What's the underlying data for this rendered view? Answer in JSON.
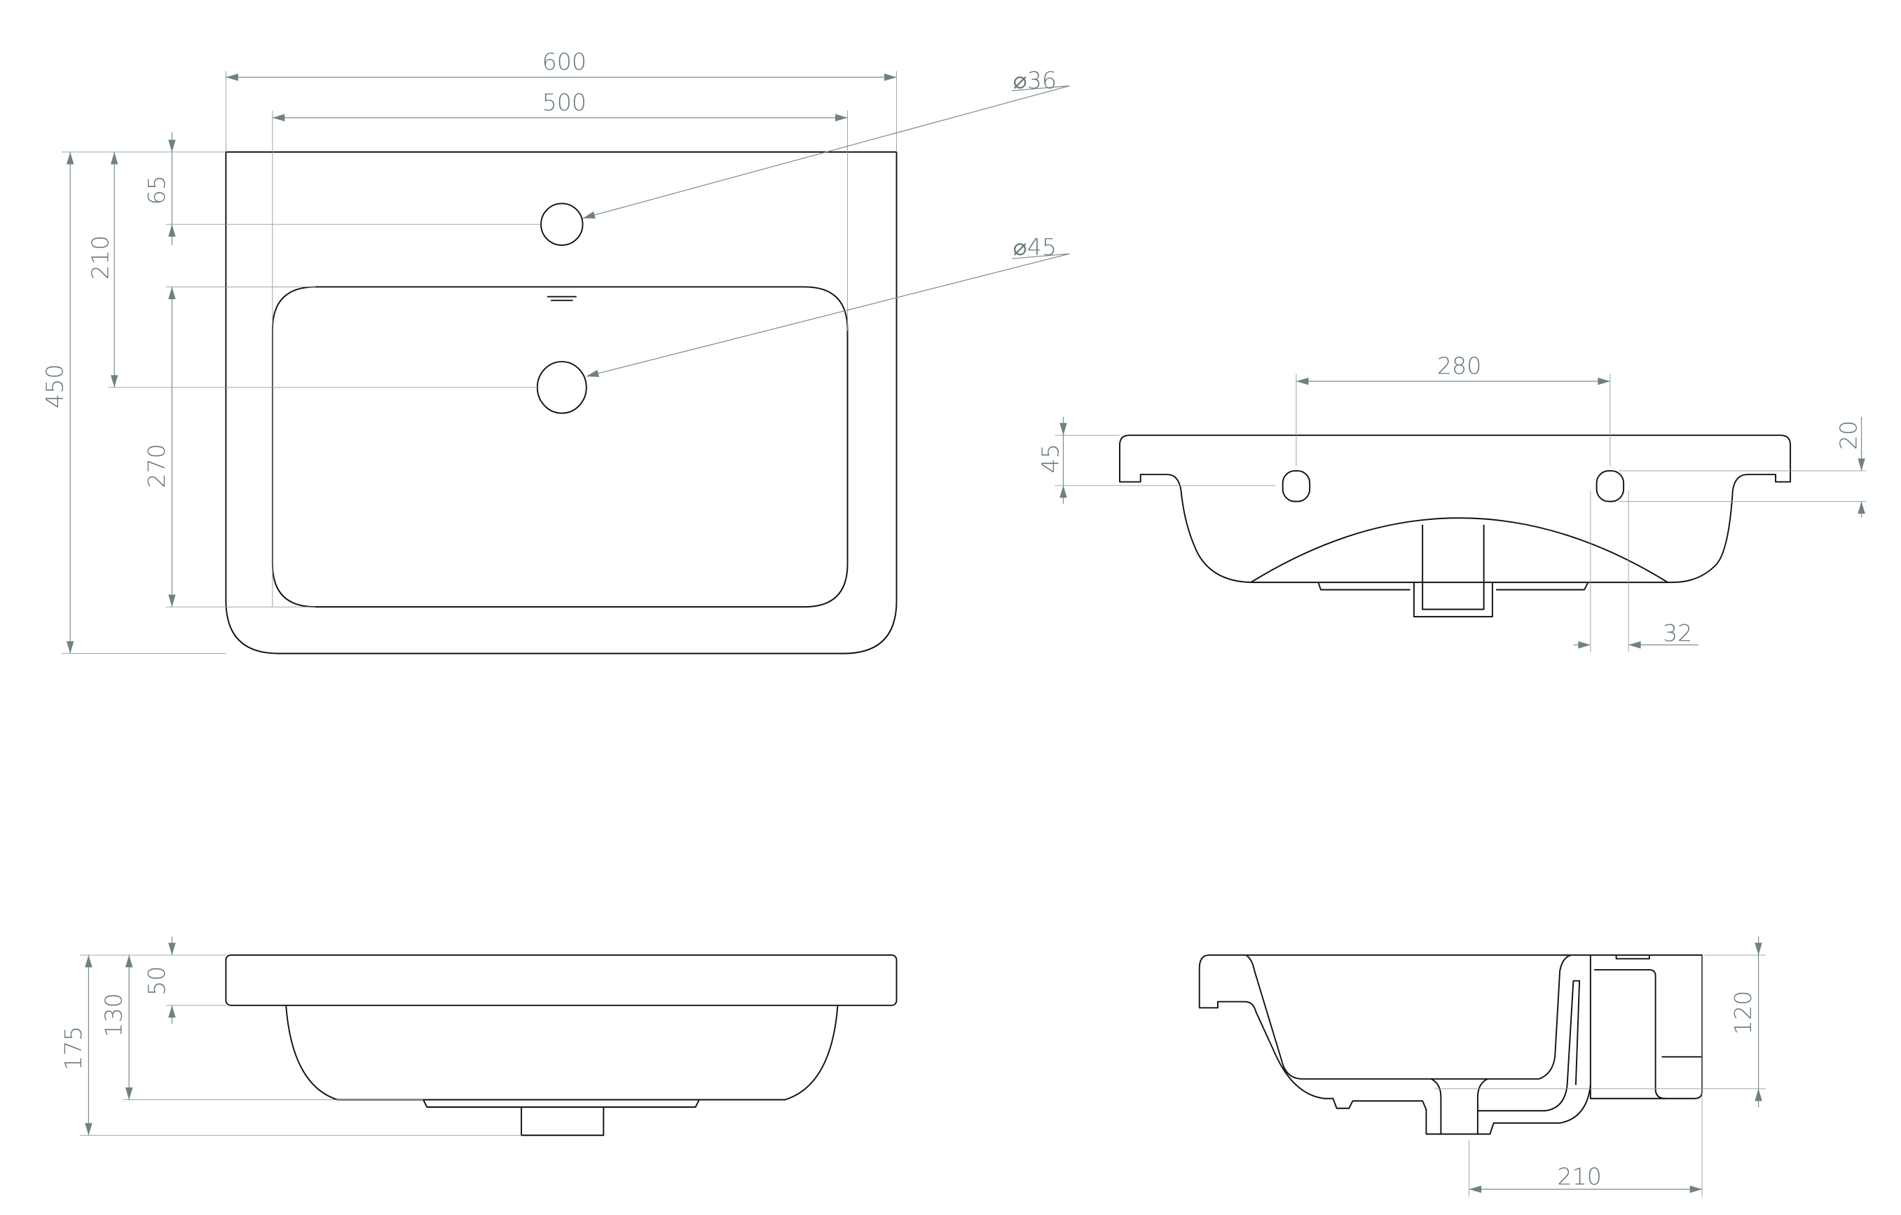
{
  "colors": {
    "outline": "#111111",
    "dimension": "#7d8e8e",
    "label": "#667777"
  },
  "top_view": {
    "overall_width": "600",
    "basin_width": "500",
    "overall_depth": "450",
    "tap_hole_offset": "65",
    "drain_offset": "210",
    "basin_depth": "270",
    "tap_hole_diameter": "⌀36",
    "drain_diameter": "⌀45"
  },
  "front_view": {
    "bracket_hole_spacing": "280",
    "rim_height": "45",
    "hole_height": "20",
    "hole_width": "32"
  },
  "side_view": {
    "rim_height": "50",
    "bowl_height": "130",
    "total_height": "175"
  },
  "section_view": {
    "height": "120",
    "depth": "210"
  }
}
